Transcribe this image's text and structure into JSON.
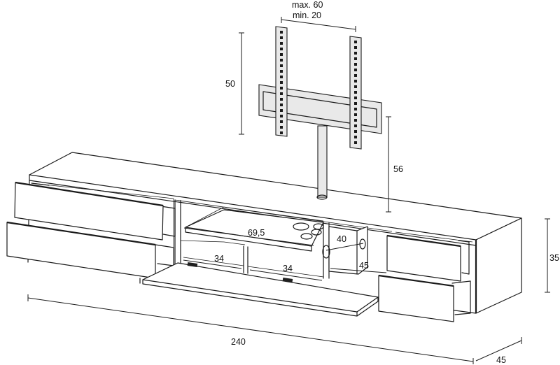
{
  "dimensions": {
    "mount_spacing_max": "max. 60",
    "mount_spacing_min": "min. 20",
    "mount_height": "50",
    "column_height": "56",
    "cabinet_width": "240",
    "cabinet_depth": "45",
    "cabinet_height": "35",
    "shelf_width": "69,5",
    "compartment_left": "34",
    "compartment_right": "34",
    "inner_width": "40",
    "inner_depth": "45"
  },
  "colors": {
    "line": "#1a1a1a",
    "background": "#ffffff"
  }
}
